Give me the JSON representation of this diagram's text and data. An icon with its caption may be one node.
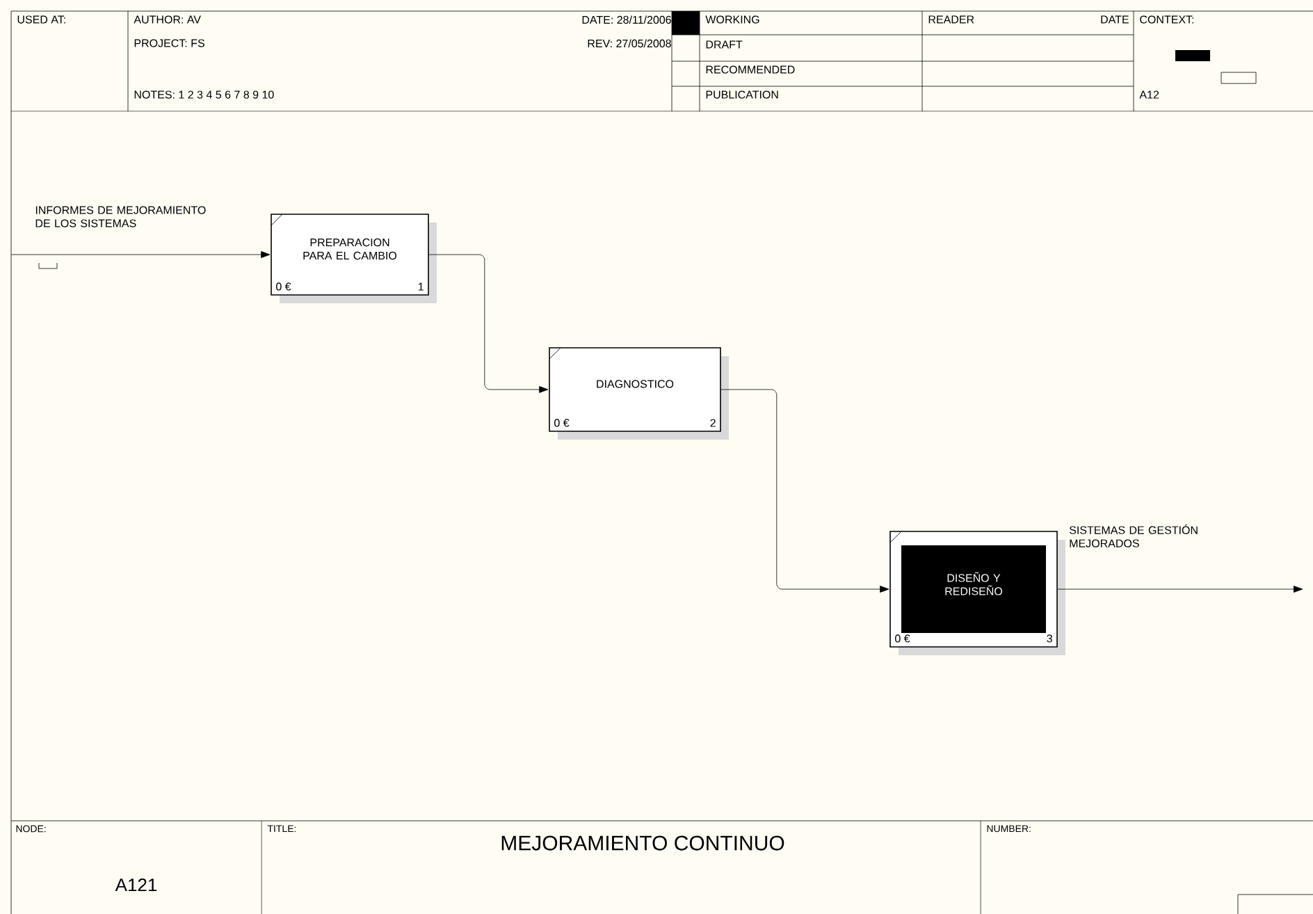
{
  "diagram": {
    "title": "MEJORAMIENTO CONTINUO",
    "nodes": [
      {
        "text": [
          "PREPARACION PARA EL CAMBIO",
          "0 €",
          "1"
        ]
      },
      {
        "text": [
          "DIAGNOSTICO",
          "0 €",
          "2"
        ]
      },
      {
        "text": [
          "DISEÑO Y REDISEÑO",
          "0 €",
          "3"
        ]
      }
    ],
    "edges": [
      {
        "from": null,
        "to": 0,
        "arrow": "to",
        "label": "INFORMES DE MEJORAMIENTO DE LOS SISTEMAS"
      },
      {
        "from": 0,
        "to": 1,
        "arrow": "to"
      },
      {
        "from": 1,
        "to": 2,
        "arrow": "to"
      },
      {
        "from": 2,
        "to": null,
        "arrow": "to",
        "label": "SISTEMAS DE GESTIÓN MEJORADOS"
      }
    ],
    "labels": [
      "USED AT:",
      "AUTHOR: AV",
      "DATE: 28/11/2006",
      "WORKING",
      "READER",
      "DATE",
      "CONTEXT:",
      "PROJECT: FS",
      "REV: 27/05/2008",
      "DRAFT",
      "RECOMMENDED",
      "NOTES: 1 2 3 4 5 6 7 8 9 10",
      "PUBLICATION",
      "A12",
      "NODE:",
      "TITLE:",
      "NUMBER:",
      "A121"
    ]
  }
}
